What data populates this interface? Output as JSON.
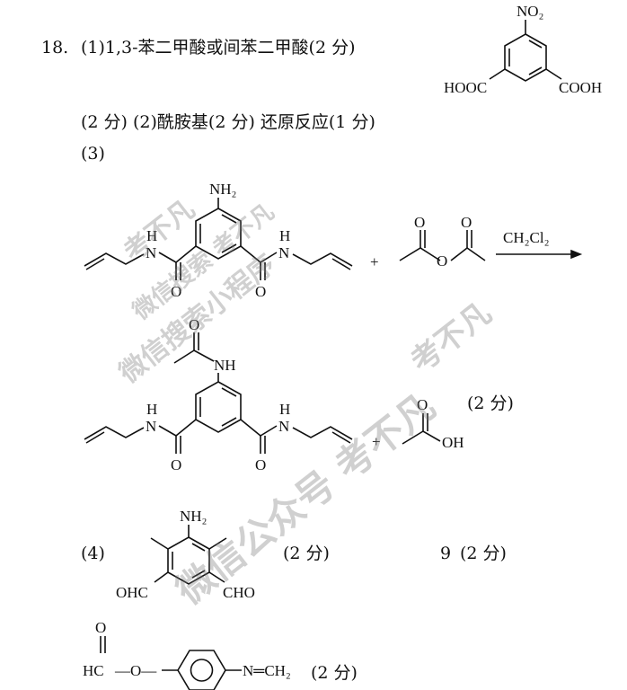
{
  "question": {
    "number": "18.",
    "part1_text": "(1)1,3-苯二甲酸或间苯二甲酸(2 分)",
    "line2_text": "(2 分)  (2)酰胺基(2 分)  还原反应(1 分)",
    "part3_label": "(3)",
    "part3_score": "(2  分)",
    "part4_label": "(4)",
    "part4_score": "(2  分)",
    "part4_count": "9",
    "part4_count_score": "(2  分)",
    "final_score": "(2 分)"
  },
  "chem_labels": {
    "no2": "NO₂",
    "hooc": "HOOC",
    "cooh": "COOH",
    "nh2": "NH₂",
    "h": "H",
    "n": "N",
    "o": "O",
    "oh": "OH",
    "nh": "NH",
    "plus": "+",
    "reagent": "CH₂Cl₂",
    "ohc": "OHC",
    "cho": "CHO",
    "hc": "HC",
    "dash_o": "—O—",
    "n_eq_ch2": "N═CH₂"
  },
  "watermarks": {
    "wm1": "考不凡",
    "wm2": "微信搜索 考不凡",
    "wm3": "微信搜索小程序",
    "wm4": "考不凡",
    "wm5": "微信公众号 考不凡"
  }
}
